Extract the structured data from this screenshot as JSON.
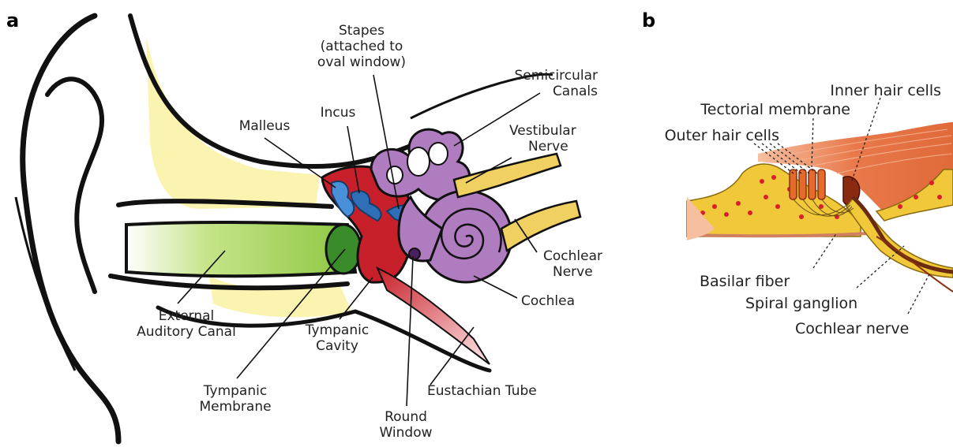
{
  "panels": {
    "a": "a",
    "b": "b"
  },
  "labels_a": {
    "stapes_1": "Stapes",
    "stapes_2": "(attached to",
    "stapes_3": "oval window)",
    "semicircular_1": "Semicircular",
    "semicircular_2": "Canals",
    "incus": "Incus",
    "malleus": "Malleus",
    "vestibular_1": "Vestibular",
    "vestibular_2": "Nerve",
    "cochlear_nerve_1": "Cochlear",
    "cochlear_nerve_2": "Nerve",
    "cochlea": "Cochlea",
    "external_1": "External",
    "external_2": "Auditory Canal",
    "tympanic_cavity_1": "Tympanic",
    "tympanic_cavity_2": "Cavity",
    "tympanic_membrane_1": "Tympanic",
    "tympanic_membrane_2": "Membrane",
    "eustachian": "Eustachian Tube",
    "round_window_1": "Round",
    "round_window_2": "Window"
  },
  "labels_b": {
    "inner_hair_cells": "Inner hair cells",
    "tectorial_membrane": "Tectorial membrane",
    "outer_hair_cells": "Outer hair cells",
    "basilar_fiber": "Basilar fiber",
    "spiral_ganglion": "Spiral ganglion",
    "cochlear_nerve": "Cochlear nerve"
  },
  "colors": {
    "canal_green": "#8cc63f",
    "tympanic_green": "#3a8c2a",
    "bone_yellow": "#fbf3b0",
    "cavity_red": "#c8202a",
    "ossicle_blue": "#4a90d9",
    "labyrinth_purple": "#b07cc0",
    "nerve_yellow": "#f0d060",
    "tissue_orange": "#e8784a",
    "organ_yellow": "#f0c83a"
  }
}
